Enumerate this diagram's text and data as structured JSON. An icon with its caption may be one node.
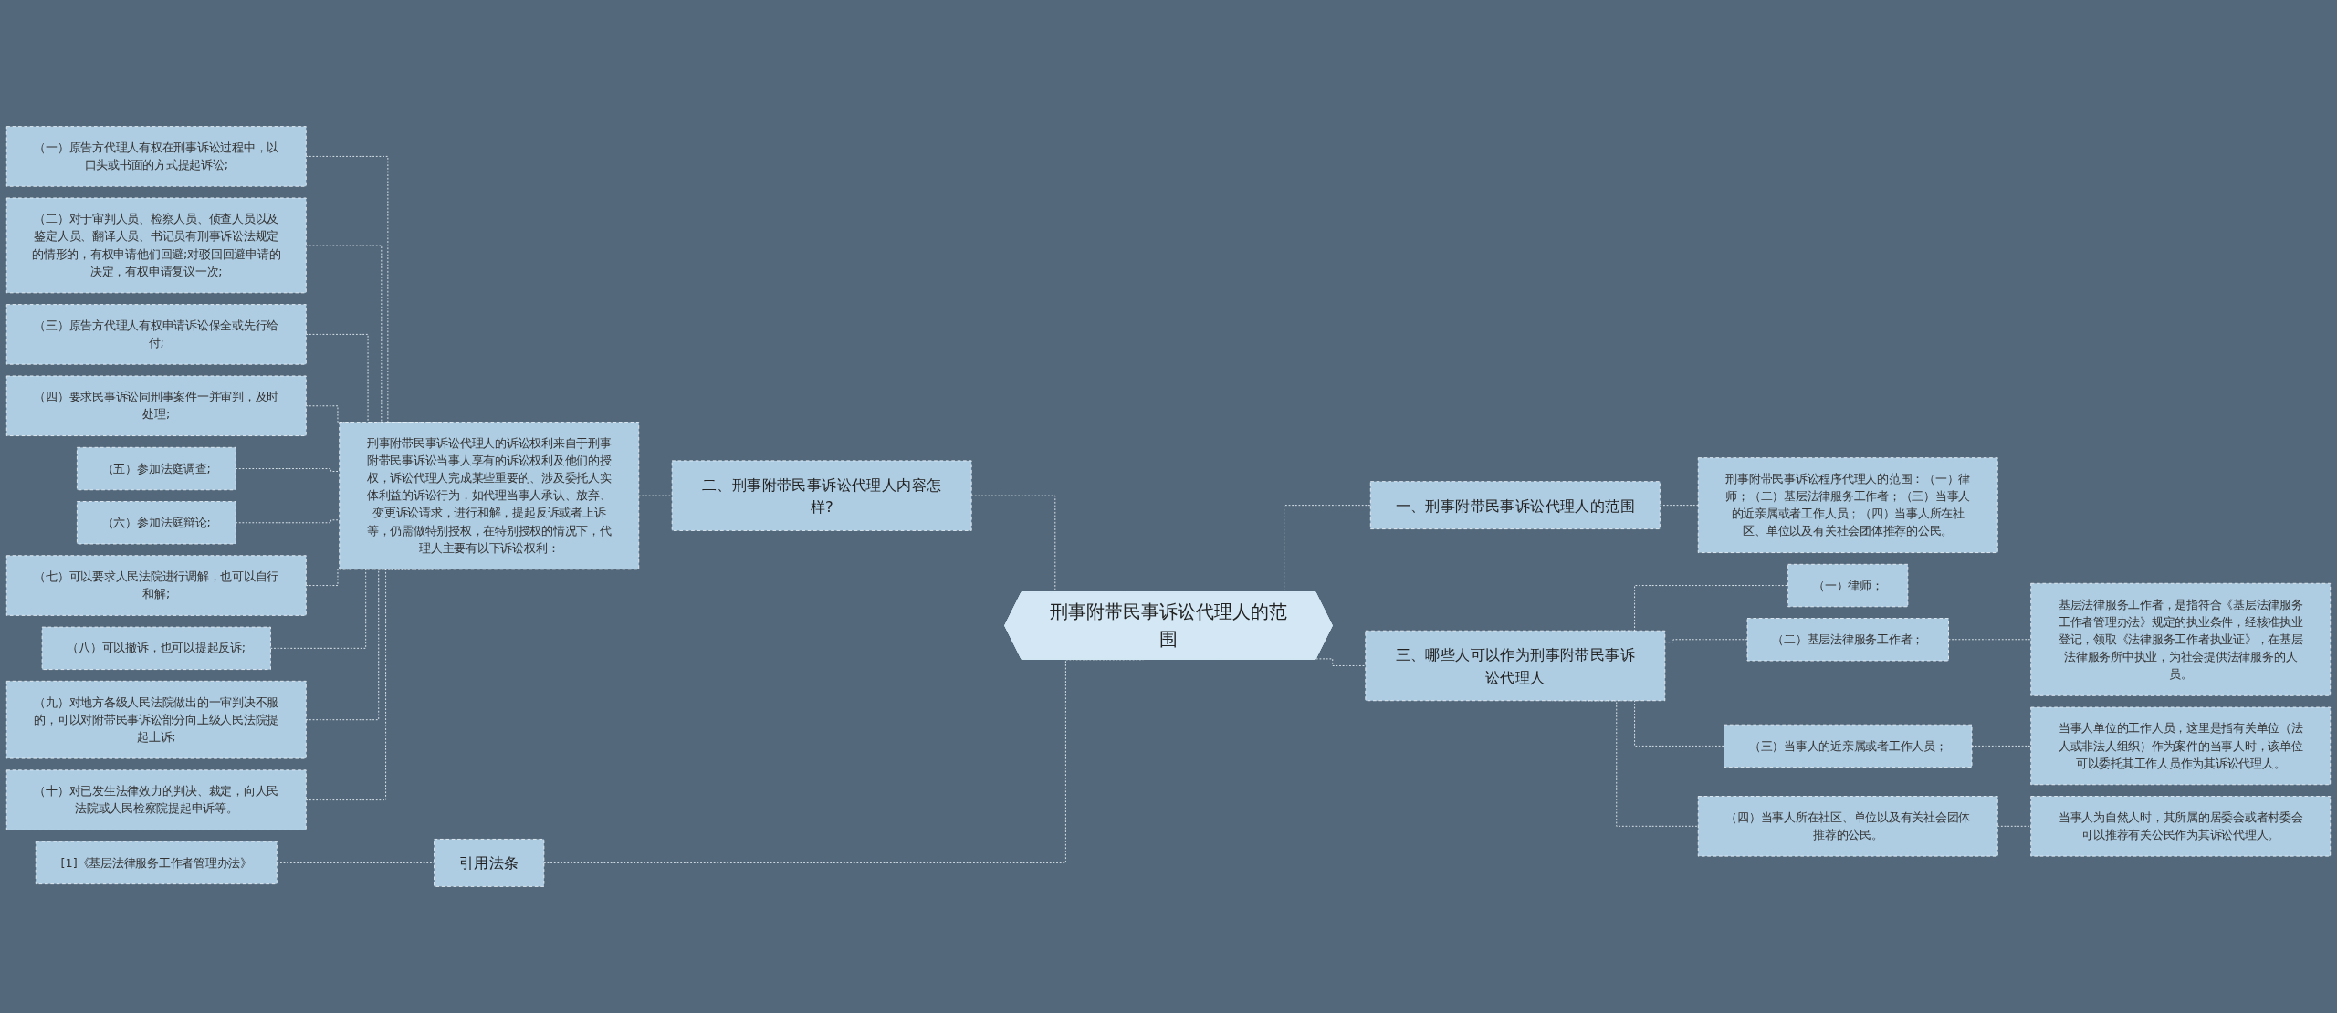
{
  "diagram": {
    "nodes": [
      {
        "text": [
          "刑事附带民事诉讼代理人的范围"
        ]
      },
      {
        "text": [
          "二、刑事附带民事诉讼代理人内容怎样?"
        ]
      },
      {
        "text": [
          "刑事附带民事诉讼代理人的诉讼权利来自于刑事附带民事诉讼当事人享有的诉讼权利及他们的授权，诉讼代理人完成某些重要的、涉及委托人实体利益的诉讼行为，如代理当事人承认、放弃、变更诉讼请求，进行和解，提起反诉或者上诉等，仍需做特别授权，在特别授权的情况下，代理人主要有以下诉讼权利："
        ]
      },
      {
        "text": [
          "（一）原告方代理人有权在刑事诉讼过程中，以口头或书面的方式提起诉讼;"
        ]
      },
      {
        "text": [
          "（二）对于审判人员、检察人员、侦查人员以及鉴定人员、翻译人员、书记员有刑事诉讼法规定的情形的，有权申请他们回避;对驳回回避申请的决定，有权申请复议一次;"
        ]
      },
      {
        "text": [
          "（三）原告方代理人有权申请诉讼保全或先行给付;"
        ]
      },
      {
        "text": [
          "（四）要求民事诉讼同刑事案件一并审判，及时处理;"
        ]
      },
      {
        "text": [
          "（五）参加法庭调查;"
        ]
      },
      {
        "text": [
          "（六）参加法庭辩论;"
        ]
      },
      {
        "text": [
          "（七）可以要求人民法院进行调解，也可以自行和解;"
        ]
      },
      {
        "text": [
          "（八）可以撤诉，也可以提起反诉;"
        ]
      },
      {
        "text": [
          "（九）对地方各级人民法院做出的一审判决不服的，可以对附带民事诉讼部分向上级人民法院提起上诉;"
        ]
      },
      {
        "text": [
          "（十）对已发生法律效力的判决、裁定，向人民法院或人民检察院提起申诉等。"
        ]
      },
      {
        "text": [
          "引用法条"
        ]
      },
      {
        "text": [
          "[1]《基层法律服务工作者管理办法》"
        ]
      },
      {
        "text": [
          "一、刑事附带民事诉讼代理人的范围"
        ]
      },
      {
        "text": [
          "刑事附带民事诉讼程序代理人的范围：（一）律师；（二）基层法律服务工作者；（三）当事人的近亲属或者工作人员；（四）当事人所在社区、单位以及有关社会团体推荐的公民。"
        ]
      },
      {
        "text": [
          "三、哪些人可以作为刑事附带民事诉讼代理人"
        ]
      },
      {
        "text": [
          "（一）律师；"
        ]
      },
      {
        "text": [
          "（二）基层法律服务工作者；"
        ]
      },
      {
        "text": [
          "基层法律服务工作者，是指符合《基层法律服务工作者管理办法》规定的执业条件，经核准执业登记，领取《法律服务工作者执业证》，在基层法律服务所中执业，为社会提供法律服务的人员。"
        ]
      },
      {
        "text": [
          "（三）当事人的近亲属或者工作人员；"
        ]
      },
      {
        "text": [
          "当事人单位的工作人员，这里是指有关单位（法人或非法人组织）作为案件的当事人时，该单位可以委托其工作人员作为其诉讼代理人。"
        ]
      },
      {
        "text": [
          "（四）当事人所在社区、单位以及有关社会团体推荐的公民。"
        ]
      },
      {
        "text": [
          "当事人为自然人时，其所属的居委会或者村委会可以推荐有关公民作为其诉讼代理人。"
        ]
      }
    ],
    "edges": [
      {
        "from": 0,
        "to": 1,
        "arrow": "none",
        "style": "dashed"
      },
      {
        "from": 1,
        "to": 2,
        "arrow": "none",
        "style": "dashed"
      },
      {
        "from": 2,
        "to": 3,
        "arrow": "none",
        "style": "dashed"
      },
      {
        "from": 2,
        "to": 4,
        "arrow": "none",
        "style": "dashed"
      },
      {
        "from": 2,
        "to": 5,
        "arrow": "none",
        "style": "dashed"
      },
      {
        "from": 2,
        "to": 6,
        "arrow": "none",
        "style": "dashed"
      },
      {
        "from": 2,
        "to": 7,
        "arrow": "none",
        "style": "dashed"
      },
      {
        "from": 2,
        "to": 8,
        "arrow": "none",
        "style": "dashed"
      },
      {
        "from": 2,
        "to": 9,
        "arrow": "none",
        "style": "dashed"
      },
      {
        "from": 2,
        "to": 10,
        "arrow": "none",
        "style": "dashed"
      },
      {
        "from": 2,
        "to": 11,
        "arrow": "none",
        "style": "dashed"
      },
      {
        "from": 2,
        "to": 12,
        "arrow": "none",
        "style": "dashed"
      },
      {
        "from": 0,
        "to": 13,
        "arrow": "none",
        "style": "dashed"
      },
      {
        "from": 13,
        "to": 14,
        "arrow": "none",
        "style": "dashed"
      },
      {
        "from": 0,
        "to": 15,
        "arrow": "none",
        "style": "dashed"
      },
      {
        "from": 15,
        "to": 16,
        "arrow": "none",
        "style": "dashed"
      },
      {
        "from": 0,
        "to": 17,
        "arrow": "none",
        "style": "dashed"
      },
      {
        "from": 17,
        "to": 18,
        "arrow": "none",
        "style": "dashed"
      },
      {
        "from": 17,
        "to": 19,
        "arrow": "none",
        "style": "dashed"
      },
      {
        "from": 19,
        "to": 20,
        "arrow": "none",
        "style": "dashed"
      },
      {
        "from": 17,
        "to": 21,
        "arrow": "none",
        "style": "dashed"
      },
      {
        "from": 21,
        "to": 22,
        "arrow": "none",
        "style": "dashed"
      },
      {
        "from": 17,
        "to": 23,
        "arrow": "none",
        "style": "dashed"
      },
      {
        "from": 23,
        "to": 24,
        "arrow": "none",
        "style": "dashed"
      }
    ]
  }
}
